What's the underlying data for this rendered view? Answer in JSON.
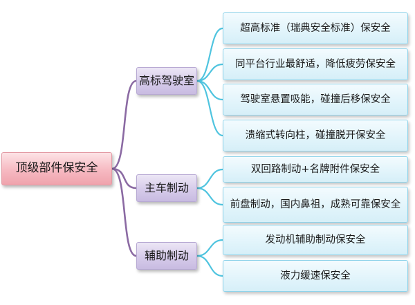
{
  "root": {
    "label": "顶级部件保安全"
  },
  "branches": [
    {
      "label": "高标驾驶室",
      "leaves": [
        "超高标准（瑞典安全标准）保安全",
        "同平台行业最舒适，降低疲劳保安全",
        "驾驶室悬置吸能，碰撞后移保安全",
        "溃缩式转向柱，碰撞脱开保安全"
      ]
    },
    {
      "label": "主车制动",
      "leaves": [
        "双回路制动+名牌附件保安全",
        "前盘制动，国内鼻祖，成熟可靠保安全"
      ]
    },
    {
      "label": "辅助制动",
      "leaves": [
        "发动机辅助制动保安全",
        "液力缓速保安全"
      ]
    }
  ],
  "colors": {
    "root_to_branch_line": "#8b6aa3",
    "branch_to_leaf_line": "#4fc4df"
  }
}
